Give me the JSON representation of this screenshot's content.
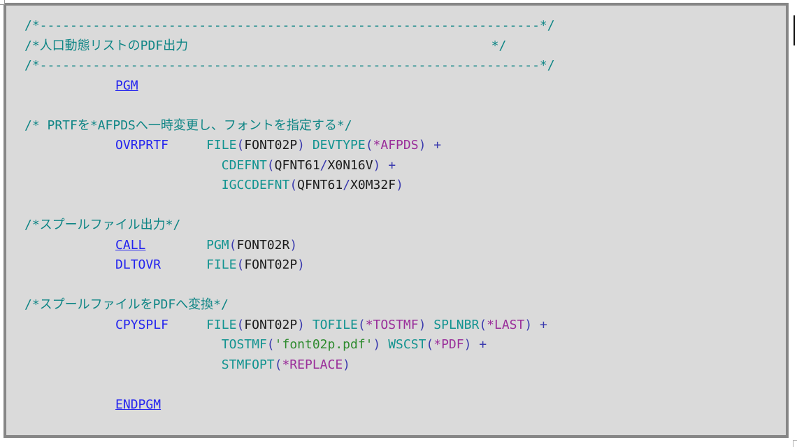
{
  "colors": {
    "page_bg": "#ffffff",
    "editor_bg": "#dadada",
    "frame_border": "#868686",
    "comment": "#0e8585",
    "command": "#2424ef",
    "link": "#2424ef",
    "keyword": "#119390",
    "punct": "#3a3aae",
    "value": "#1c1c1c",
    "special": "#9a2e9a",
    "string": "#2e8b2e",
    "cursor": "#151515"
  },
  "code": {
    "language": "IBM i CL",
    "lines": [
      [
        {
          "text": "/*------------------------------------------------------------------*/",
          "style": "comment"
        }
      ],
      [
        {
          "text": "/*人口動態リストのPDF出力",
          "style": "comment"
        },
        {
          "text": "                                        ",
          "style": "plain"
        },
        {
          "text": "*/",
          "style": "comment"
        }
      ],
      [
        {
          "text": "/*------------------------------------------------------------------*/",
          "style": "comment"
        }
      ],
      [
        {
          "text": "            ",
          "style": "plain"
        },
        {
          "text": "PGM",
          "style": "link"
        }
      ],
      [],
      [
        {
          "text": "/* PRTFを*AFPDSへ一時変更し、フォントを指定する*/",
          "style": "comment"
        }
      ],
      [
        {
          "text": "            ",
          "style": "plain"
        },
        {
          "text": "OVRPRTF",
          "style": "command"
        },
        {
          "text": "     ",
          "style": "plain"
        },
        {
          "text": "FILE",
          "style": "keyword"
        },
        {
          "text": "(",
          "style": "punct"
        },
        {
          "text": "FONT02P",
          "style": "value"
        },
        {
          "text": ")",
          "style": "punct"
        },
        {
          "text": " ",
          "style": "plain"
        },
        {
          "text": "DEVTYPE",
          "style": "keyword"
        },
        {
          "text": "(",
          "style": "punct"
        },
        {
          "text": "*AFPDS",
          "style": "special"
        },
        {
          "text": ")",
          "style": "punct"
        },
        {
          "text": " +",
          "style": "punct"
        }
      ],
      [
        {
          "text": "                          ",
          "style": "plain"
        },
        {
          "text": "CDEFNT",
          "style": "keyword"
        },
        {
          "text": "(",
          "style": "punct"
        },
        {
          "text": "QFNT61",
          "style": "value"
        },
        {
          "text": "/",
          "style": "punct"
        },
        {
          "text": "X0N16V",
          "style": "value"
        },
        {
          "text": ")",
          "style": "punct"
        },
        {
          "text": " +",
          "style": "punct"
        }
      ],
      [
        {
          "text": "                          ",
          "style": "plain"
        },
        {
          "text": "IGCCDEFNT",
          "style": "keyword"
        },
        {
          "text": "(",
          "style": "punct"
        },
        {
          "text": "QFNT61",
          "style": "value"
        },
        {
          "text": "/",
          "style": "punct"
        },
        {
          "text": "X0M32F",
          "style": "value"
        },
        {
          "text": ")",
          "style": "punct"
        }
      ],
      [],
      [
        {
          "text": "/*スプールファイル出力*/",
          "style": "comment"
        }
      ],
      [
        {
          "text": "            ",
          "style": "plain"
        },
        {
          "text": "CALL",
          "style": "link"
        },
        {
          "text": "        ",
          "style": "plain"
        },
        {
          "text": "PGM",
          "style": "keyword"
        },
        {
          "text": "(",
          "style": "punct"
        },
        {
          "text": "FONT02R",
          "style": "value"
        },
        {
          "text": ")",
          "style": "punct"
        }
      ],
      [
        {
          "text": "            ",
          "style": "plain"
        },
        {
          "text": "DLTOVR",
          "style": "command"
        },
        {
          "text": "      ",
          "style": "plain"
        },
        {
          "text": "FILE",
          "style": "keyword"
        },
        {
          "text": "(",
          "style": "punct"
        },
        {
          "text": "FONT02P",
          "style": "value"
        },
        {
          "text": ")",
          "style": "punct"
        }
      ],
      [],
      [
        {
          "text": "/*スプールファイルをPDFへ変換*/",
          "style": "comment"
        }
      ],
      [
        {
          "text": "            ",
          "style": "plain"
        },
        {
          "text": "CPYSPLF",
          "style": "command"
        },
        {
          "text": "     ",
          "style": "plain"
        },
        {
          "text": "FILE",
          "style": "keyword"
        },
        {
          "text": "(",
          "style": "punct"
        },
        {
          "text": "FONT02P",
          "style": "value"
        },
        {
          "text": ")",
          "style": "punct"
        },
        {
          "text": " ",
          "style": "plain"
        },
        {
          "text": "TOFILE",
          "style": "keyword"
        },
        {
          "text": "(",
          "style": "punct"
        },
        {
          "text": "*TOSTMF",
          "style": "special"
        },
        {
          "text": ")",
          "style": "punct"
        },
        {
          "text": " ",
          "style": "plain"
        },
        {
          "text": "SPLNBR",
          "style": "keyword"
        },
        {
          "text": "(",
          "style": "punct"
        },
        {
          "text": "*LAST",
          "style": "special"
        },
        {
          "text": ")",
          "style": "punct"
        },
        {
          "text": " +",
          "style": "punct"
        }
      ],
      [
        {
          "text": "                          ",
          "style": "plain"
        },
        {
          "text": "TOSTMF",
          "style": "keyword"
        },
        {
          "text": "(",
          "style": "punct"
        },
        {
          "text": "'font02p.pdf'",
          "style": "string"
        },
        {
          "text": ")",
          "style": "punct"
        },
        {
          "text": " ",
          "style": "plain"
        },
        {
          "text": "WSCST",
          "style": "keyword"
        },
        {
          "text": "(",
          "style": "punct"
        },
        {
          "text": "*PDF",
          "style": "special"
        },
        {
          "text": ")",
          "style": "punct"
        },
        {
          "text": " +",
          "style": "punct"
        }
      ],
      [
        {
          "text": "                          ",
          "style": "plain"
        },
        {
          "text": "STMFOPT",
          "style": "keyword"
        },
        {
          "text": "(",
          "style": "punct"
        },
        {
          "text": "*REPLACE",
          "style": "special"
        },
        {
          "text": ")",
          "style": "punct"
        }
      ],
      [],
      [
        {
          "text": "            ",
          "style": "plain"
        },
        {
          "text": "ENDPGM",
          "style": "link"
        }
      ]
    ]
  }
}
